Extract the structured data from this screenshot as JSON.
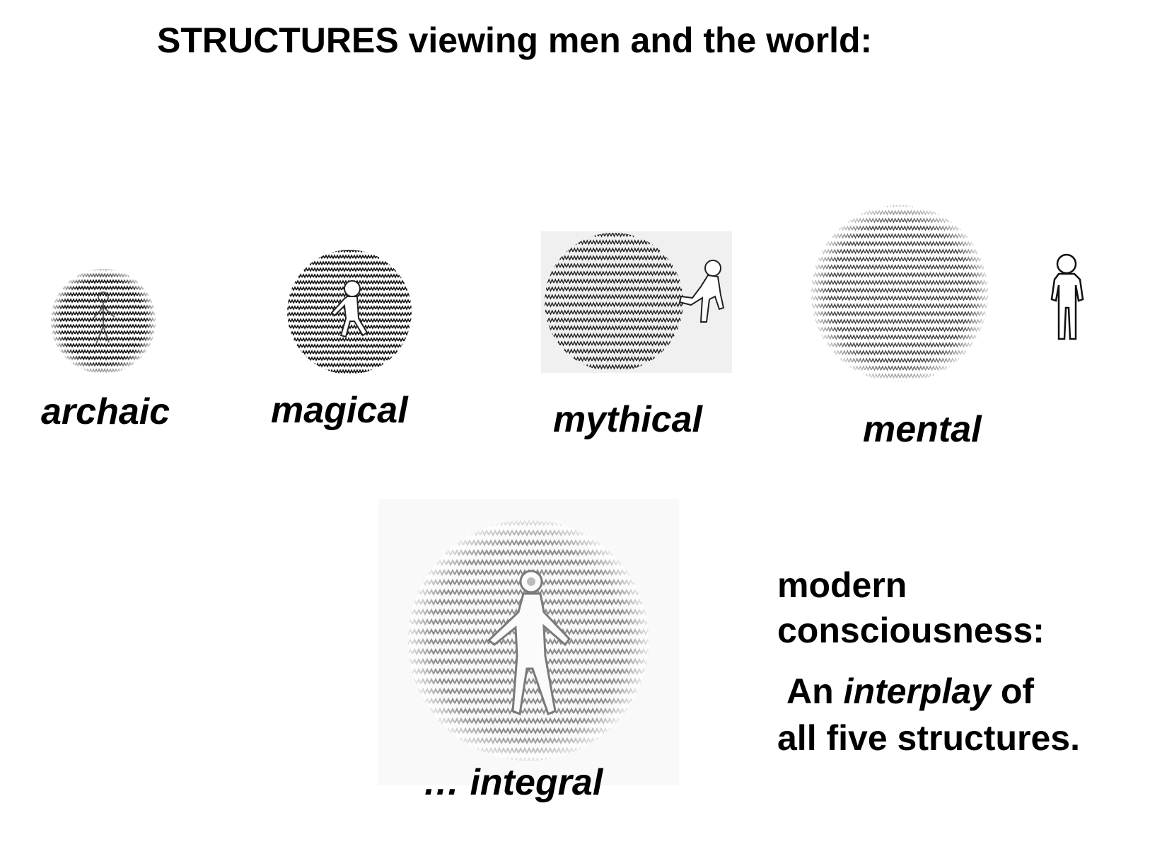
{
  "title": "STRUCTURES viewing men and the world:",
  "structures": [
    {
      "label": "archaic"
    },
    {
      "label": "magical"
    },
    {
      "label": "mythical"
    },
    {
      "label": "mental"
    },
    {
      "label": "… integral"
    }
  ],
  "note": {
    "line1": "modern",
    "line2": "consciousness:",
    "line3_pre": "An ",
    "line3_em": "interplay",
    "line3_post": " of",
    "line4": "all five structures."
  }
}
